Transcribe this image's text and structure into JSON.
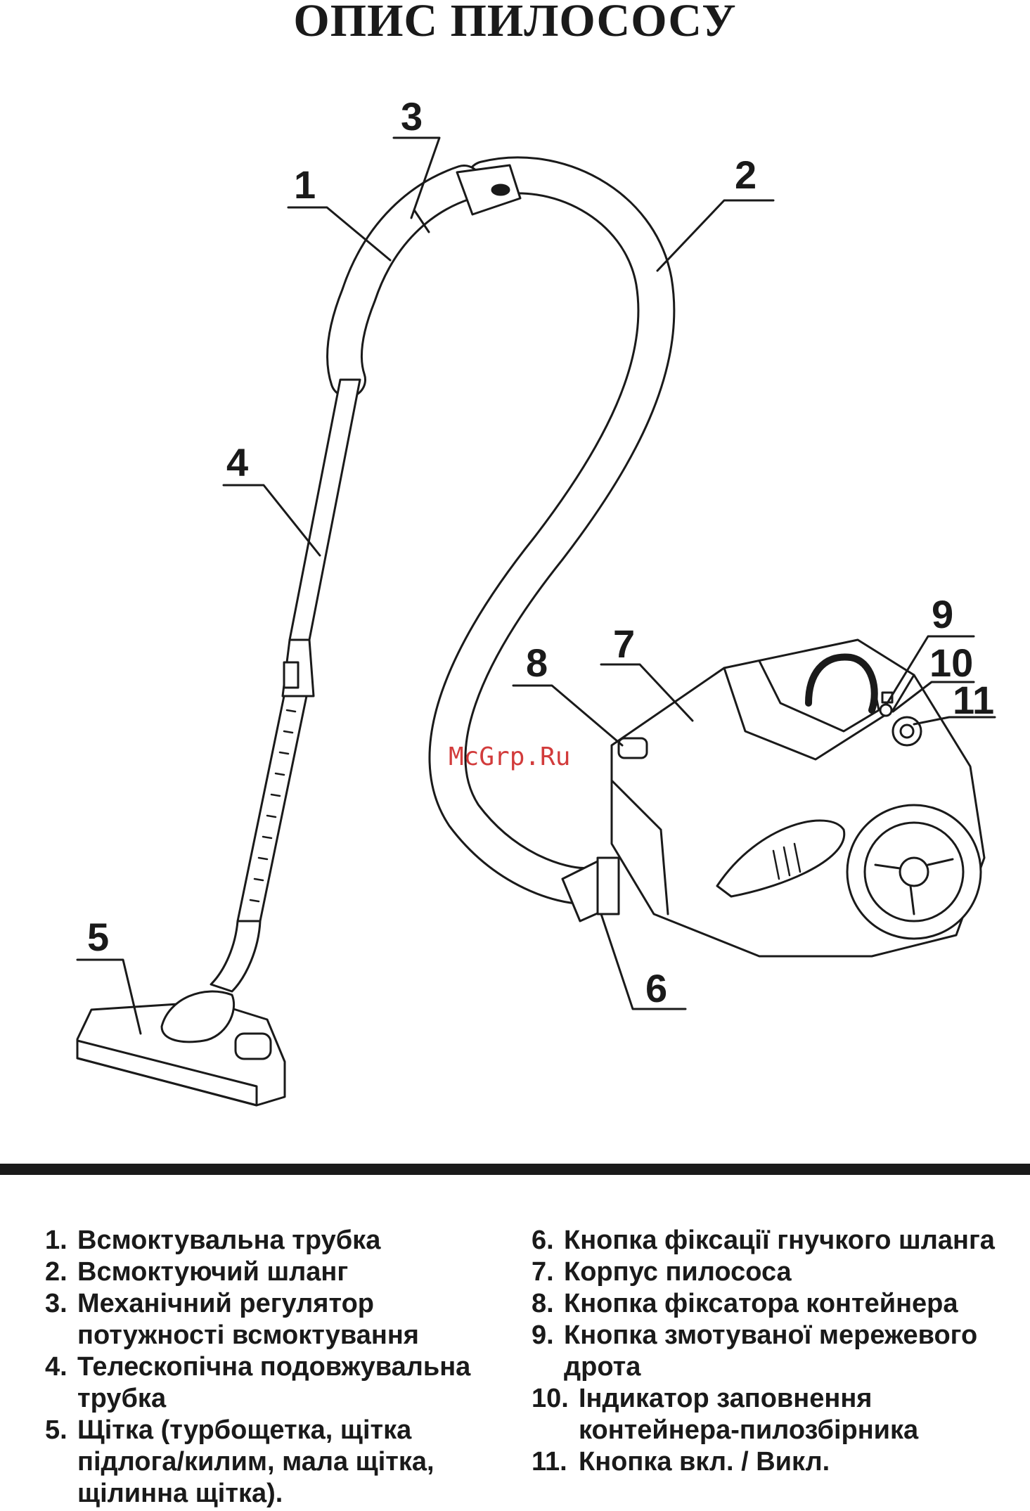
{
  "title": "ОПИС ПИЛОСОСУ",
  "watermark": "McGrp.Ru",
  "callouts": [
    "1",
    "2",
    "3",
    "4",
    "5",
    "6",
    "7",
    "8",
    "9",
    "10",
    "11"
  ],
  "legend_left": [
    {
      "num": "1.",
      "text": "Всмоктувальна трубка"
    },
    {
      "num": "2.",
      "text": "Всмоктуючий шланг"
    },
    {
      "num": "3.",
      "text": "Механічний регулятор потужності всмоктування"
    },
    {
      "num": "4.",
      "text": "Телескопічна подовжувальна трубка"
    },
    {
      "num": "5.",
      "text": "Щітка (турбощетка, щітка підлога/килим, мала щітка, щілинна щітка)."
    }
  ],
  "legend_right": [
    {
      "num": "6.",
      "text": "Кнопка фіксації гнучкого шланга"
    },
    {
      "num": "7.",
      "text": "Корпус пилососа"
    },
    {
      "num": "8.",
      "text": "Кнопка фіксатора контейнера"
    },
    {
      "num": "9.",
      "text": "Кнопка змотуваної мережевого дрота"
    },
    {
      "num": "10.",
      "text": "Індикатор заповнення контейнера-пилозбірника"
    },
    {
      "num": "11.",
      "text": "Кнопка вкл. / Викл."
    }
  ]
}
